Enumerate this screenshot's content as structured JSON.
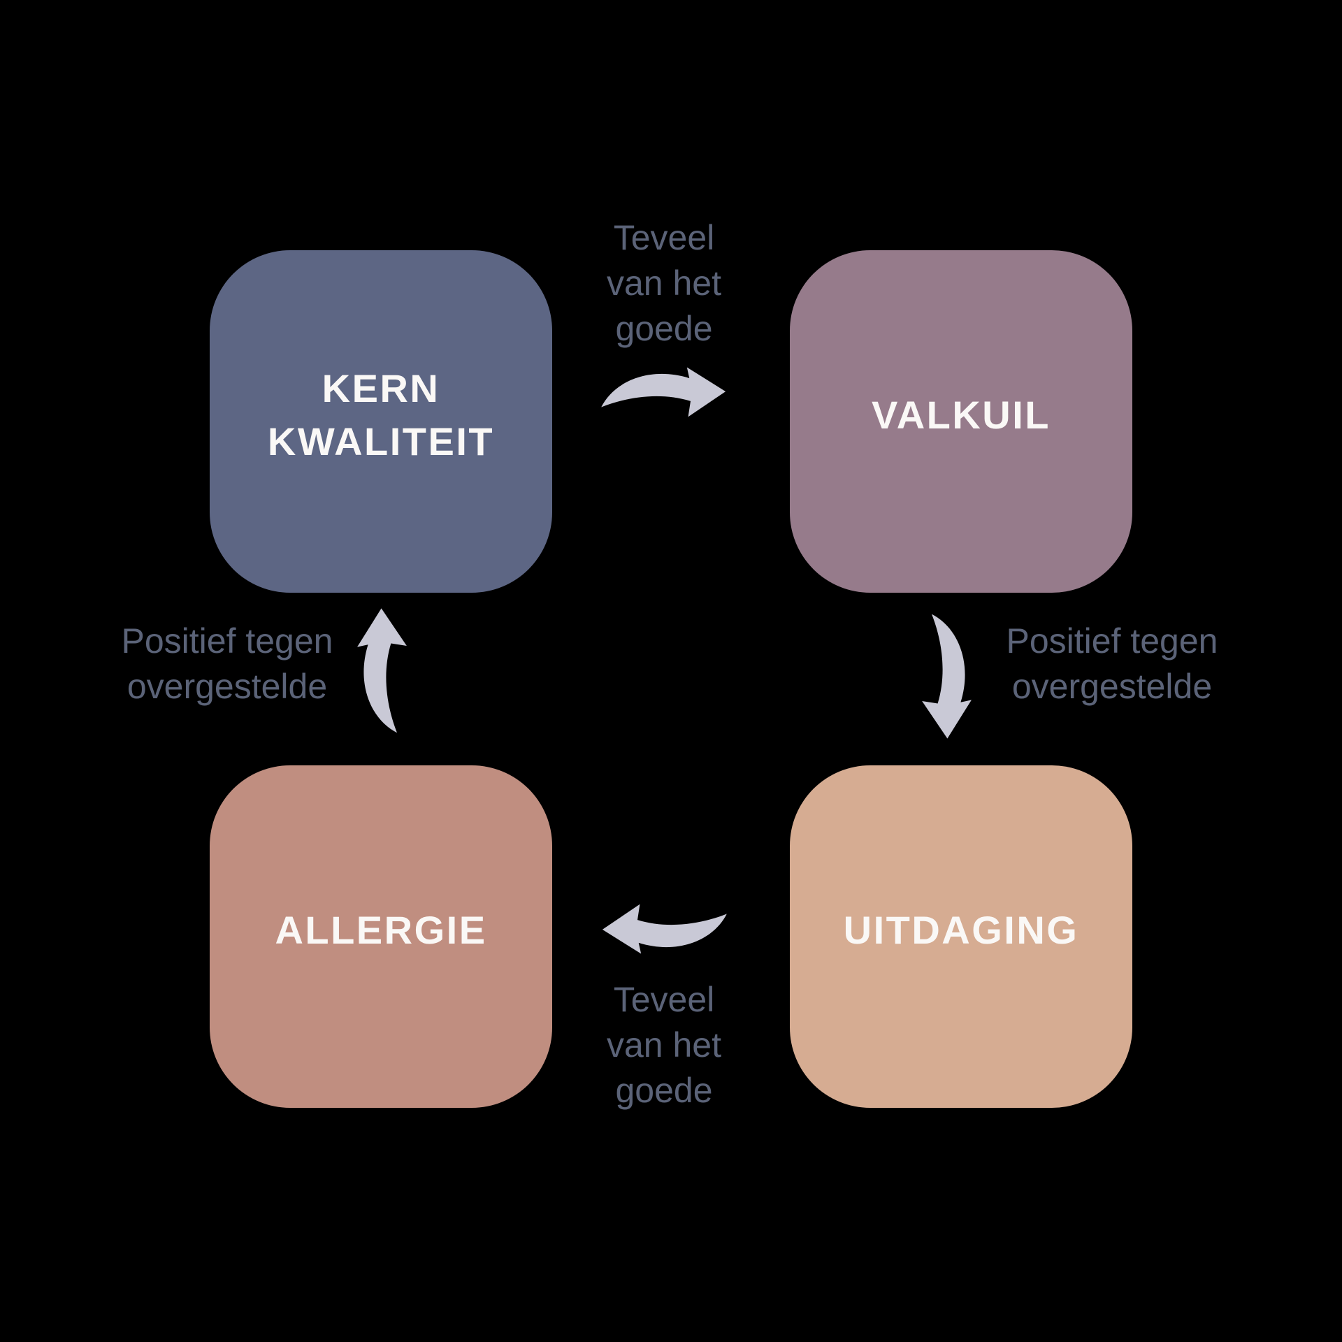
{
  "colors": {
    "background": "#000000",
    "arrow": "#c9c9d6",
    "connector_text": "#5b6378",
    "box_text": "#faf8f6",
    "box_kernkwaliteit": "#5d6684",
    "box_valkuil": "#967b8b",
    "box_uitdaging": "#d6ac92",
    "box_allergie": "#c08e80"
  },
  "boxes": [
    {
      "id": "kernkwaliteit",
      "lines": [
        "KERN",
        "KWALITEIT"
      ],
      "color": "#5d6684"
    },
    {
      "id": "valkuil",
      "lines": [
        "VALKUIL"
      ],
      "color": "#967b8b"
    },
    {
      "id": "uitdaging",
      "lines": [
        "UITDAGING"
      ],
      "color": "#d6ac92"
    },
    {
      "id": "allergie",
      "lines": [
        "ALLERGIE"
      ],
      "color": "#c08e80"
    }
  ],
  "connectors": [
    {
      "from": "kernkwaliteit",
      "to": "valkuil",
      "lines": [
        "Teveel",
        "van het",
        "goede"
      ]
    },
    {
      "from": "valkuil",
      "to": "uitdaging",
      "lines": [
        "Positief tegen",
        "overgestelde"
      ]
    },
    {
      "from": "uitdaging",
      "to": "allergie",
      "lines": [
        "Teveel",
        "van het",
        "goede"
      ]
    },
    {
      "from": "allergie",
      "to": "kernkwaliteit",
      "lines": [
        "Positief tegen",
        "overgestelde"
      ]
    }
  ]
}
